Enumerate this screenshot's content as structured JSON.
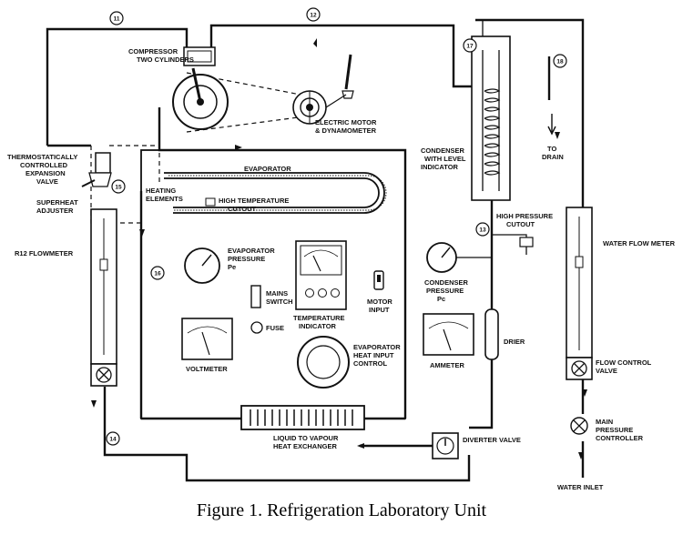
{
  "caption": "Figure 1. Refrigeration Laboratory Unit",
  "point_labels": [
    "11",
    "12",
    "17",
    "18",
    "13",
    "15",
    "16",
    "14"
  ],
  "components": {
    "compressor": [
      "COMPRESSOR",
      "TWO CYLINDERS"
    ],
    "motor": [
      "ELECTRIC MOTOR",
      "& DYNAMOMETER"
    ],
    "condenser": [
      "CONDENSER",
      "WITH LEVEL",
      "INDICATOR"
    ],
    "drain": [
      "TO",
      "DRAIN"
    ],
    "expansion_valve": [
      "THERMOSTATICALLY",
      "CONTROLLED",
      "EXPANSION",
      "VALVE"
    ],
    "superheat": [
      "SUPERHEAT",
      "ADJUSTER"
    ],
    "evaporator": "EVAPORATOR",
    "heating": [
      "HEATING",
      "ELEMENTS"
    ],
    "ht_cutout": [
      "HIGH TEMPERATURE",
      "CUTOUT"
    ],
    "hp_cutout": [
      "HIGH PRESSURE",
      "CUTOUT"
    ],
    "r12_flowmeter": "R12 FLOWMETER",
    "evap_pressure": [
      "EVAPORATOR",
      "PRESSURE",
      "Pe"
    ],
    "temp_indicator": [
      "TEMPERATURE",
      "INDICATOR"
    ],
    "mains_switch": [
      "MAINS",
      "SWITCH"
    ],
    "motor_input": [
      "MOTOR",
      "INPUT"
    ],
    "fuse": "FUSE",
    "voltmeter": "VOLTMETER",
    "heat_input": [
      "EVAPORATOR",
      "HEAT INPUT",
      "CONTROL"
    ],
    "cond_pressure": [
      "CONDENSER",
      "PRESSURE",
      "Pc"
    ],
    "ammeter": "AMMETER",
    "drier": "DRIER",
    "water_flow": "WATER FLOW METER",
    "flow_control": [
      "FLOW CONTROL",
      "VALVE"
    ],
    "main_pressure": [
      "MAIN",
      "PRESSURE",
      "CONTROLLER"
    ],
    "water_inlet": "WATER INLET",
    "heat_exchanger": [
      "LIQUID TO VAPOUR",
      "HEAT EXCHANGER"
    ],
    "diverter": "DIVERTER VALVE"
  }
}
